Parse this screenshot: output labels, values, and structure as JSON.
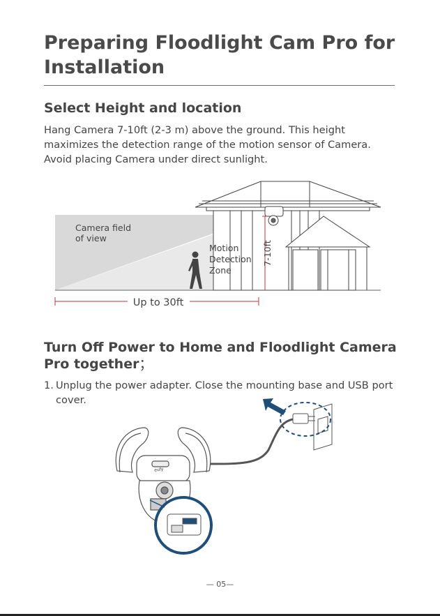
{
  "page": {
    "title": "Preparing Floodlight Cam Pro for Installation",
    "page_number": "05"
  },
  "section1": {
    "heading": "Select Height and location",
    "body": "Hang Camera 7-10ft (2-3 m) above the ground. This height maximizes the detection range of the motion sensor of Camera. Avoid placing Camera under direct sunlight."
  },
  "diagram1": {
    "fov_label_1": "Camera field",
    "fov_label_2": "of view",
    "zone_label_1": "Motion",
    "zone_label_2": "Detection",
    "zone_label_3": "Zone",
    "height_label": "7-10ft",
    "distance_label": "Up to 30ft"
  },
  "section2": {
    "heading_line1": "Turn Off Power to Home and Floodlight Camera",
    "heading_line2": "Pro together",
    "heading_punct": "；",
    "step_number": "1.",
    "step_line1": "Unplug the power adapter. Close the mounting base and USB port",
    "step_line2": "cover."
  },
  "diagram2": {
    "brand_label": "eufy"
  },
  "colors": {
    "accent_red": "#c0363e",
    "accent_blue": "#1f4e79"
  }
}
